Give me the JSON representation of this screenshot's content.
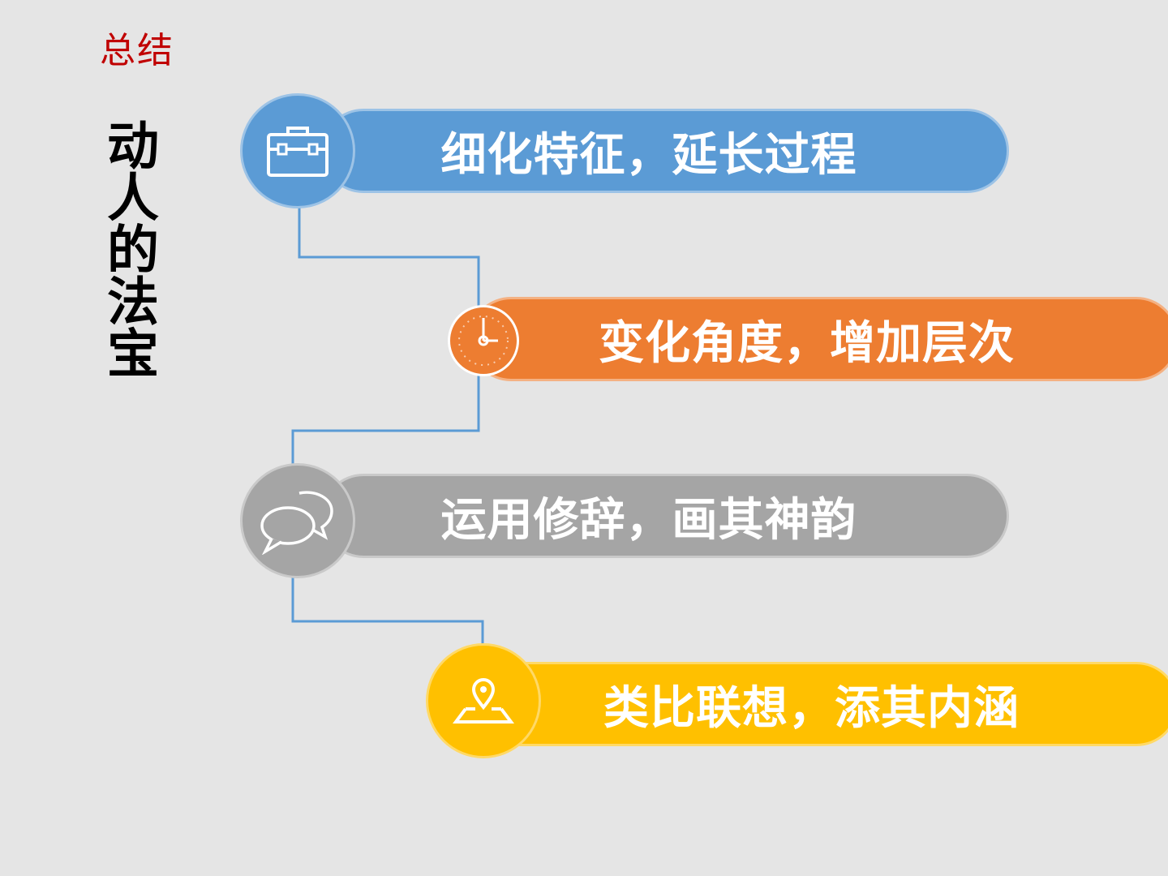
{
  "header": {
    "title": "总结"
  },
  "sidebar": {
    "vertical_title": "动人的法宝"
  },
  "steps": [
    {
      "label": "细化特征，延长过程",
      "color": "#5b9bd5",
      "icon": "briefcase-icon"
    },
    {
      "label": "变化角度，增加层次",
      "color": "#ed7d31",
      "icon": "clock-icon"
    },
    {
      "label": "运用修辞，画其神韵",
      "color": "#a5a5a5",
      "icon": "speech-bubbles-icon"
    },
    {
      "label": "类比联想，添其内涵",
      "color": "#ffc000",
      "icon": "map-pin-icon"
    }
  ]
}
